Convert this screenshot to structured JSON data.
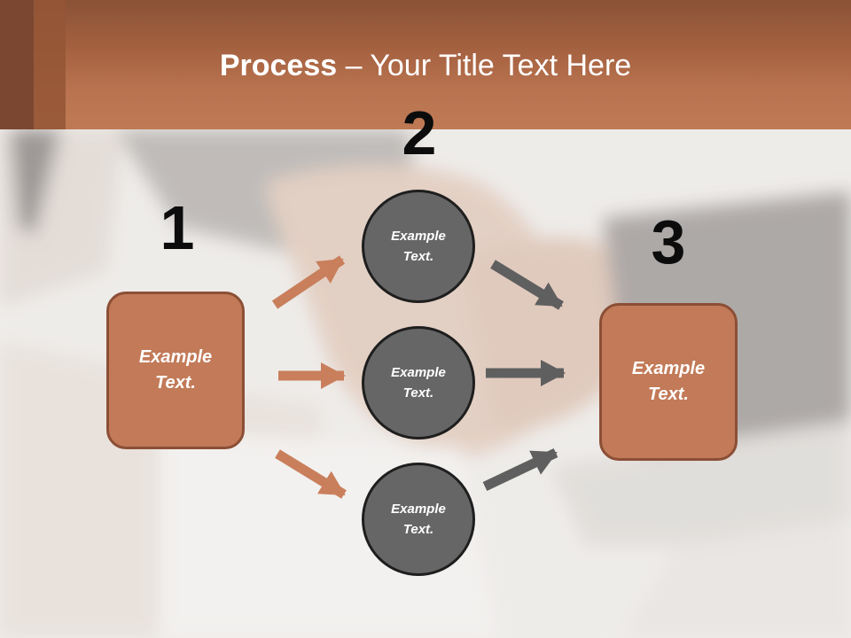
{
  "slide": {
    "title_bold": "Process",
    "title_rest": " – Your Title Text Here"
  },
  "steps": {
    "one": "1",
    "two": "2",
    "three": "3"
  },
  "nodes": {
    "left_box": [
      "Example",
      "Text."
    ],
    "circle_top": [
      "Example",
      "Text."
    ],
    "circle_middle": [
      "Example",
      "Text."
    ],
    "circle_bottom": [
      "Example",
      "Text."
    ],
    "right_box": [
      "Example",
      "Text."
    ]
  },
  "colors": {
    "brand_orange": "#c27a58",
    "circle_gray": "#666666",
    "arrow_orange": "#c97f5c",
    "arrow_gray": "#5f5f5f"
  }
}
